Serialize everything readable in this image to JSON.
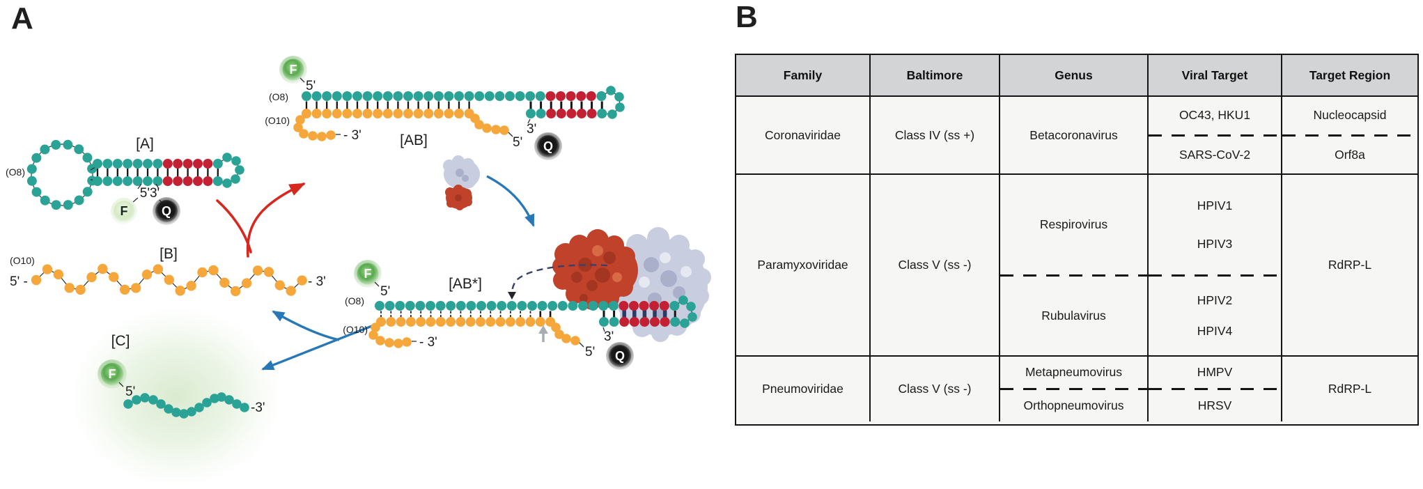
{
  "figure": {
    "panel_a": {
      "label": "A",
      "oligo_o8": "(O8)",
      "oligo_o10": "(O10)",
      "state_a": "[A]",
      "state_b": "[B]",
      "state_c": "[C]",
      "state_ab": "[AB]",
      "state_ab_star": "[AB*]",
      "fluorophore": "F",
      "quencher": "Q",
      "five_prime": "5'",
      "three_prime": "3'",
      "five_three": "5'3'",
      "five_prime_dash": "5' -",
      "dash_three_prime": "- 3'",
      "three_prime_tight": "-3'"
    },
    "panel_b": {
      "label": "B",
      "table": {
        "headers": [
          "Family",
          "Baltimore",
          "Genus",
          "Viral Target",
          "Target Region"
        ],
        "rows": [
          {
            "family": "Coronaviridae",
            "baltimore": "Class IV (ss +)",
            "genus": "Betacoronavirus",
            "viral_top": "OC43, HKU1",
            "viral_bottom": "SARS-CoV-2",
            "region_top": "Nucleocapsid",
            "region_bottom": "Orf8a"
          },
          {
            "family": "Paramyxoviridae",
            "baltimore": "Class V (ss -)",
            "genus_top": "Respirovirus",
            "genus_bottom": "Rubulavirus",
            "viral_top_1": "HPIV1",
            "viral_top_2": "HPIV3",
            "viral_bottom_1": "HPIV2",
            "viral_bottom_2": "HPIV4",
            "region": "RdRP-L"
          },
          {
            "family": "Pneumoviridae",
            "baltimore": "Class V (ss -)",
            "genus_top": "Metapneumovirus",
            "genus_bottom": "Orthopneumovirus",
            "viral_top": "HMPV",
            "viral_bottom": "HRSV",
            "region": "RdRP-L"
          }
        ]
      }
    },
    "colors": {
      "teal": "#2aa396",
      "orange": "#f6a73b",
      "red": "#c32133",
      "navy": "#2c3b66",
      "arrow_red": "#d6281e",
      "arrow_blue": "#2878b8",
      "fluorophore_green": "#58aa4e",
      "quencher_black": "#111111",
      "protein_red": "#c0422a",
      "protein_silver": "#c9cde0",
      "glow_green": "#dcecd2",
      "header_gray": "#d2d4d6"
    }
  }
}
